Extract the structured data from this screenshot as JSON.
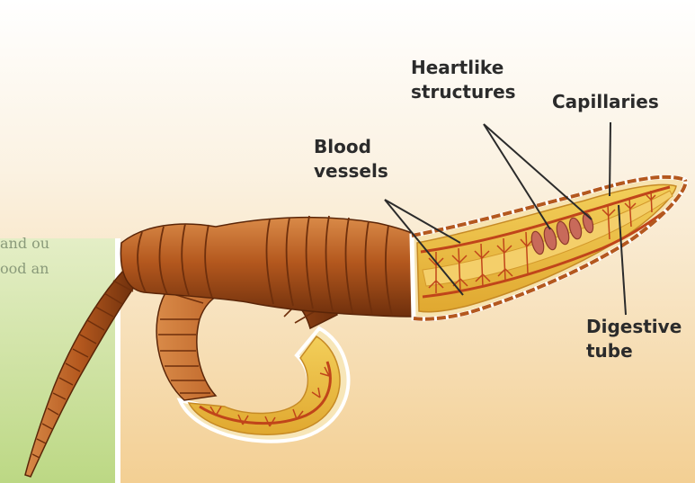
{
  "labels": {
    "blood_vessels": "Blood\nvessels",
    "heartlike_structures": "Heartlike\nstructures",
    "capillaries": "Capillaries",
    "digestive_tube": "Digestive\ntube"
  },
  "side_text": {
    "line1": "and ou",
    "line2": "ood an"
  },
  "colors": {
    "worm_skin": "#b4581e",
    "worm_dark": "#6e2f0c",
    "cutaway_fill": "#e8b73c",
    "blood_vessel": "#c0451a",
    "heart": "#c86a5a",
    "background_warm": "#f5d5a0",
    "background_green": "#c4dc8c"
  }
}
